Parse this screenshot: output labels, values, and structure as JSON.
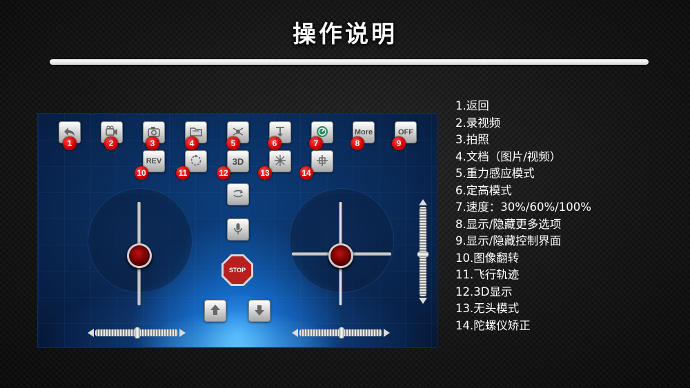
{
  "title": "操作说明",
  "legend": [
    "1.返回",
    "2.录视频",
    "3.拍照",
    "4.文档（图片/视频）",
    "5.重力感应模式",
    "6.定高模式",
    "7.速度：30%/60%/100%",
    "8.显示/隐藏更多选项",
    "9.显示/隐藏控制界面",
    "10.图像翻转",
    "11.飞行轨迹",
    "12.3D显示",
    "13.无头模式",
    "14.陀螺仪矫正"
  ],
  "buttons": {
    "more_label": "More",
    "off_label": "OFF",
    "rev_label": "REV",
    "threed_label": "3D",
    "stop_label": "STOP"
  },
  "badges": [
    "1",
    "2",
    "3",
    "4",
    "5",
    "6",
    "7",
    "8",
    "9",
    "10",
    "11",
    "12",
    "13",
    "14"
  ],
  "colors": {
    "badge": "#d30000",
    "screen_blue": "#0a2a57",
    "accent_glow": "#4ab0ff"
  },
  "icons": {
    "b1": "back-arrow-icon",
    "b2": "video-camera-icon",
    "b3": "camera-icon",
    "b4": "folder-icon",
    "b5": "gravity-sensor-icon",
    "b6": "altitude-hold-icon",
    "b7": "speed-icon",
    "b10": "rev-flip-icon",
    "b11": "flight-path-icon",
    "b13": "headless-mode-icon",
    "b14": "gyro-calibrate-icon",
    "flip360": "flip-360-icon",
    "voice": "microphone-icon",
    "takeoff": "up-arrow-icon",
    "land": "down-arrow-icon"
  }
}
